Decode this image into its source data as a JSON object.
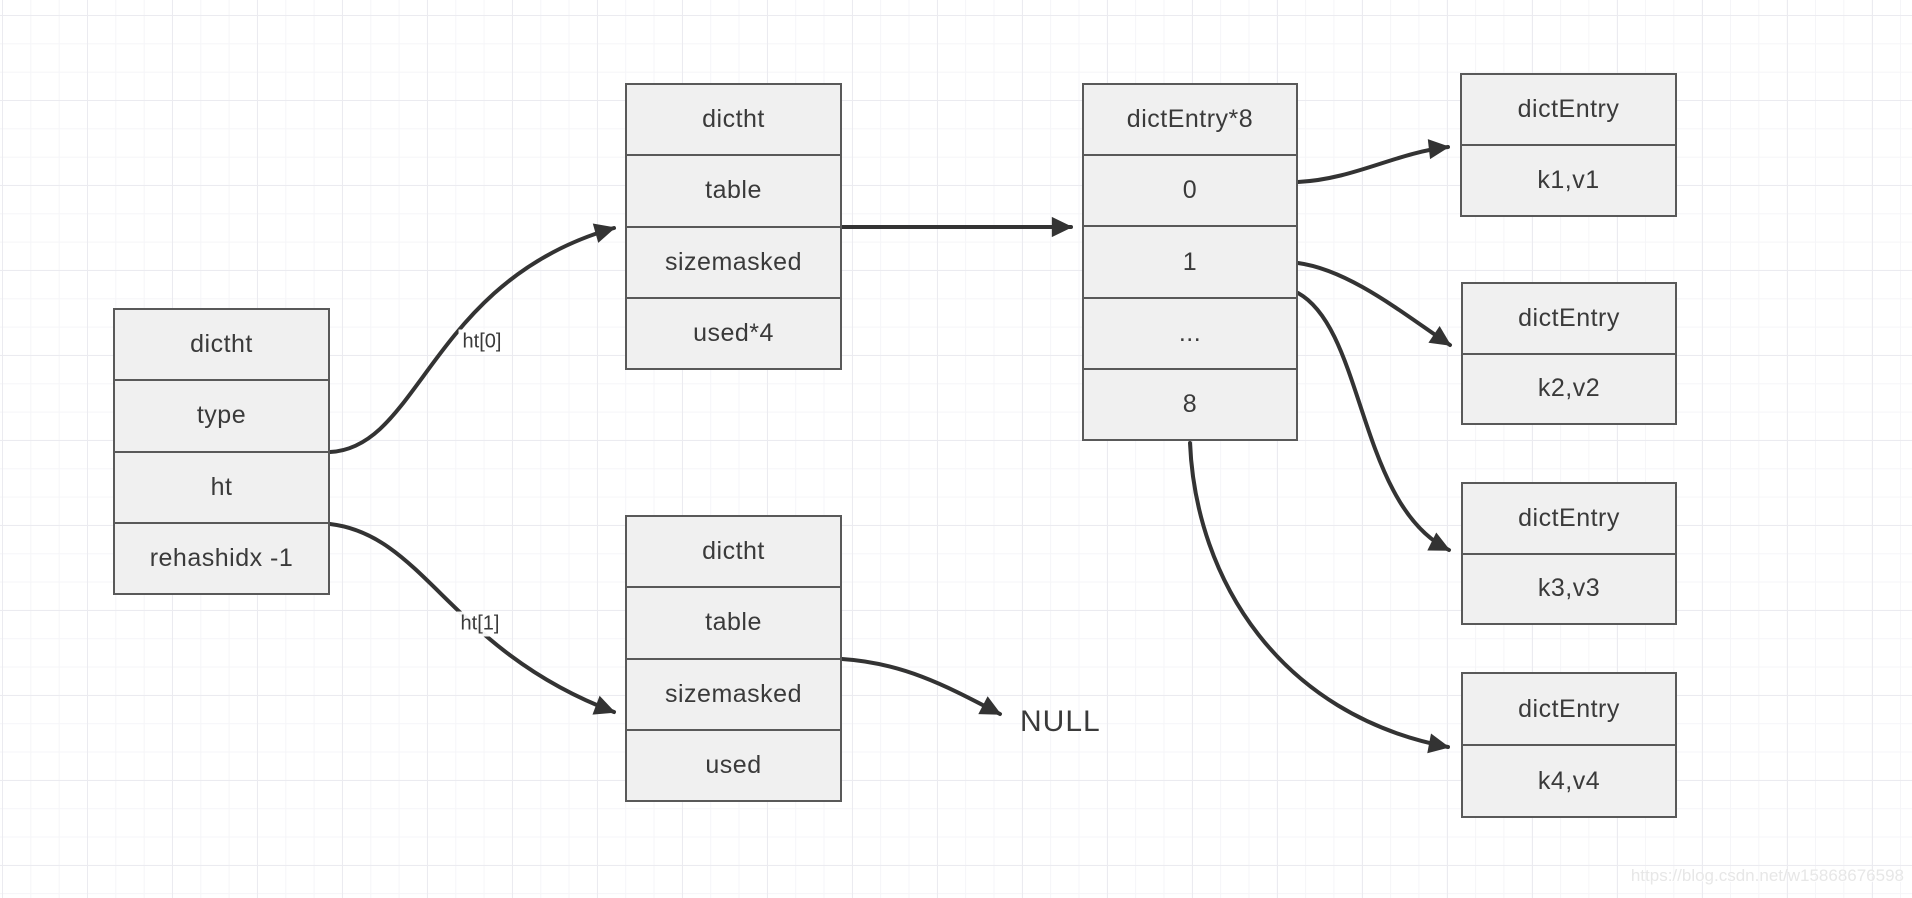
{
  "diagram": {
    "nodes": {
      "dict": {
        "cells": [
          "dictht",
          "type",
          "ht",
          "rehashidx -1"
        ]
      },
      "ht0_table": {
        "cells": [
          "dictht",
          "table",
          "sizemasked",
          "used*4"
        ]
      },
      "ht1_table": {
        "cells": [
          "dictht",
          "table",
          "sizemasked",
          "used"
        ]
      },
      "bucket_array": {
        "cells": [
          "dictEntry*8",
          "0",
          "1",
          "...",
          "8"
        ]
      },
      "entry1": {
        "cells": [
          "dictEntry",
          "k1,v1"
        ]
      },
      "entry2": {
        "cells": [
          "dictEntry",
          "k2,v2"
        ]
      },
      "entry3": {
        "cells": [
          "dictEntry",
          "k3,v3"
        ]
      },
      "entry4": {
        "cells": [
          "dictEntry",
          "k4,v4"
        ]
      }
    },
    "labels": {
      "ht0": "ht[0]",
      "ht1": "ht[1]",
      "null": "NULL"
    },
    "colors": {
      "node_fill": "#f0f0f0",
      "node_border": "#595959",
      "arrow": "#333333",
      "text": "#3a3a3a",
      "grid_major": "#ebebf0",
      "grid_minor": "#f5f5f8",
      "watermark_text": "#e7e7e7"
    },
    "watermark": "https://blog.csdn.net/w15868676598"
  }
}
